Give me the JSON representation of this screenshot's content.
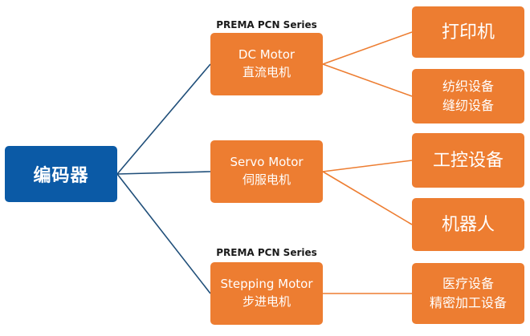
{
  "root": {
    "label": "编码器"
  },
  "series_label_top": "PREMA PCN Series",
  "series_label_bottom": "PREMA PCN Series",
  "motors": [
    {
      "en": "DC Motor",
      "zh": "直流电机"
    },
    {
      "en": "Servo Motor",
      "zh": "伺服电机"
    },
    {
      "en": "Stepping Motor",
      "zh": "步进电机"
    }
  ],
  "applications": [
    {
      "lines": [
        "打印机"
      ]
    },
    {
      "lines": [
        "纺织设备",
        "缝纫设备"
      ]
    },
    {
      "lines": [
        "工控设备"
      ]
    },
    {
      "lines": [
        "机器人"
      ]
    },
    {
      "lines": [
        "医疗设备",
        "精密加工设备"
      ]
    }
  ],
  "colors": {
    "root": "#0b5aa6",
    "node": "#ed7d31",
    "root_connector": "#1f4e79",
    "node_connector": "#ed7d31"
  }
}
